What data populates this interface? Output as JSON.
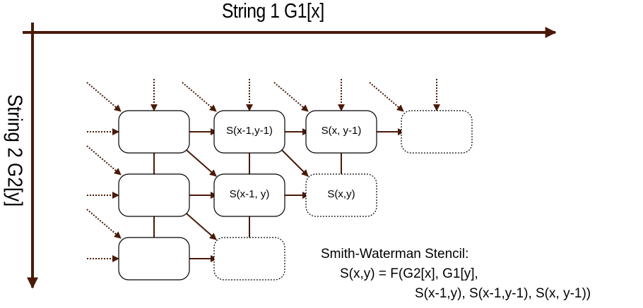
{
  "axes": {
    "x_title": "String 1 G1[x]",
    "y_title": "String 2  G2[y]"
  },
  "grid": {
    "rows": 3,
    "cols": 4,
    "cells": [
      {
        "row": 0,
        "col": 0,
        "label": "",
        "style": "solid"
      },
      {
        "row": 0,
        "col": 1,
        "label": "S(x-1,y-1)",
        "style": "solid"
      },
      {
        "row": 0,
        "col": 2,
        "label": "S(x, y-1)",
        "style": "solid"
      },
      {
        "row": 0,
        "col": 3,
        "label": "",
        "style": "dotted"
      },
      {
        "row": 1,
        "col": 0,
        "label": "",
        "style": "solid"
      },
      {
        "row": 1,
        "col": 1,
        "label": "S(x-1, y)",
        "style": "solid"
      },
      {
        "row": 1,
        "col": 2,
        "label": "S(x,y)",
        "style": "dotted"
      },
      {
        "row": 2,
        "col": 0,
        "label": "",
        "style": "solid"
      },
      {
        "row": 2,
        "col": 1,
        "label": "",
        "style": "dotted"
      }
    ]
  },
  "caption": {
    "line1": "Smith-Waterman Stencil:",
    "line2": "S(x,y) = F(G2[x], G1[y],",
    "line3": "S(x-1,y), S(x-1,y-1), S(x, y-1))"
  },
  "colors": {
    "arrow": "#4a1a08",
    "box_border": "#000000"
  }
}
